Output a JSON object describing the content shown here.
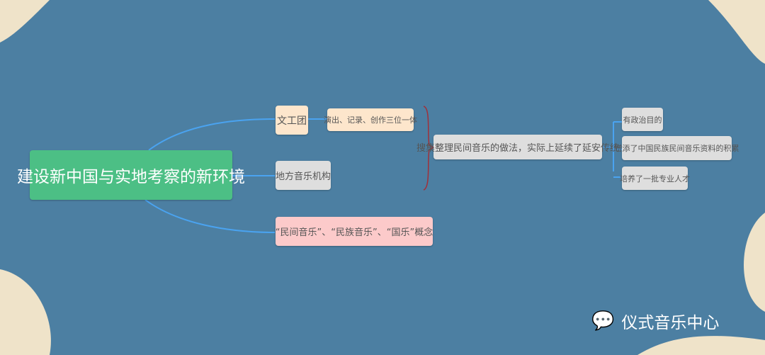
{
  "root": "建设新中国与实地考察的新环境",
  "branches": {
    "wgt": "文工团",
    "wgt_child": "演出、记录、创作三位一体",
    "dfyy": "地方音乐机构",
    "concept": "“民间音乐”、“民族音乐”、“国乐”概念"
  },
  "summary": "搜集整理民间音乐的做法，实际上延续了延安传统",
  "results": [
    "有政治目的",
    "增添了中国民族民间音乐资料的积累",
    "培养了一批专业人才"
  ],
  "watermark": "仪式音乐中心",
  "colors": {
    "background": "#4c7fa2",
    "root": "#4cbf85",
    "line": "#4aa3f0",
    "brace": "#a0303a"
  }
}
